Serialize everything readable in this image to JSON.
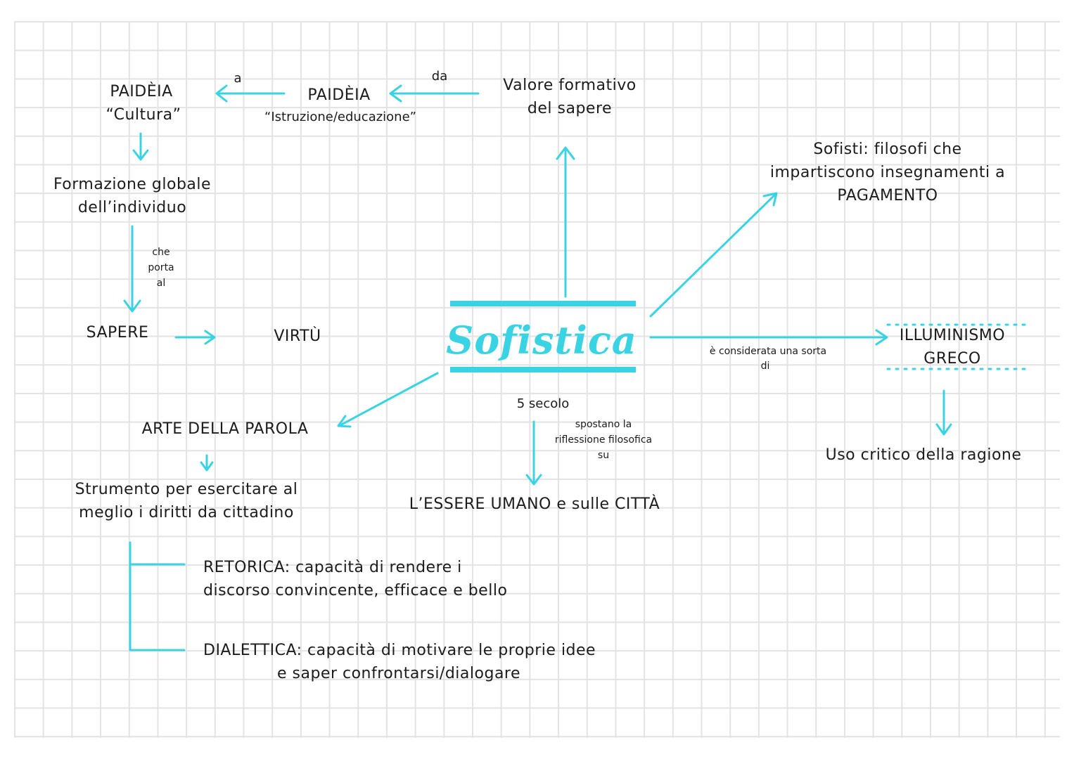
{
  "center": {
    "title": "Sofistica"
  },
  "top": {
    "valore": [
      "Valore formativo",
      "del sapere"
    ],
    "da_label": "da",
    "paideia_edu": {
      "title": "PAIDÈIA",
      "subtitle": "“Istruzione/educazione”"
    },
    "a_label": "a",
    "paideia_cult": {
      "title": "PAIDÈIA",
      "subtitle": "“Cultura”"
    }
  },
  "left": {
    "formazione": [
      "Formazione globale",
      "dell’individuo"
    ],
    "che_porta": [
      "che",
      "porta",
      "al"
    ],
    "sapere": "SAPERE",
    "virtu": "VIRTÙ"
  },
  "right": {
    "sofisti": [
      "Sofisti: filosofi che",
      "impartiscono insegnamenti a",
      "PAGAMENTO"
    ],
    "considerata": [
      "è considerata una sorta",
      "di"
    ],
    "illuminismo": [
      "ILLUMINISMO",
      "GRECO"
    ],
    "uso_critico": "Uso critico della ragione"
  },
  "bottom": {
    "secolo": "5 secolo",
    "spostano": [
      "spostano la",
      "riflessione filosofica",
      "su"
    ],
    "essere_umano": "L’ESSERE UMANO e sulle CITTÀ",
    "arte": "ARTE DELLA PAROLA",
    "strumento": [
      "Strumento per esercitare al",
      "meglio i diritti da cittadino"
    ],
    "retorica": [
      "RETORICA: capacità di rendere i",
      "discorso convincente, efficace e bello"
    ],
    "dialettica": [
      "DIALETTICA: capacità di motivare le proprie idee",
      "e saper confrontarsi/dialogare"
    ]
  },
  "colors": {
    "accent": "#3ad3e3",
    "grid": "#e3e3e3",
    "text": "#1c1c1c"
  }
}
